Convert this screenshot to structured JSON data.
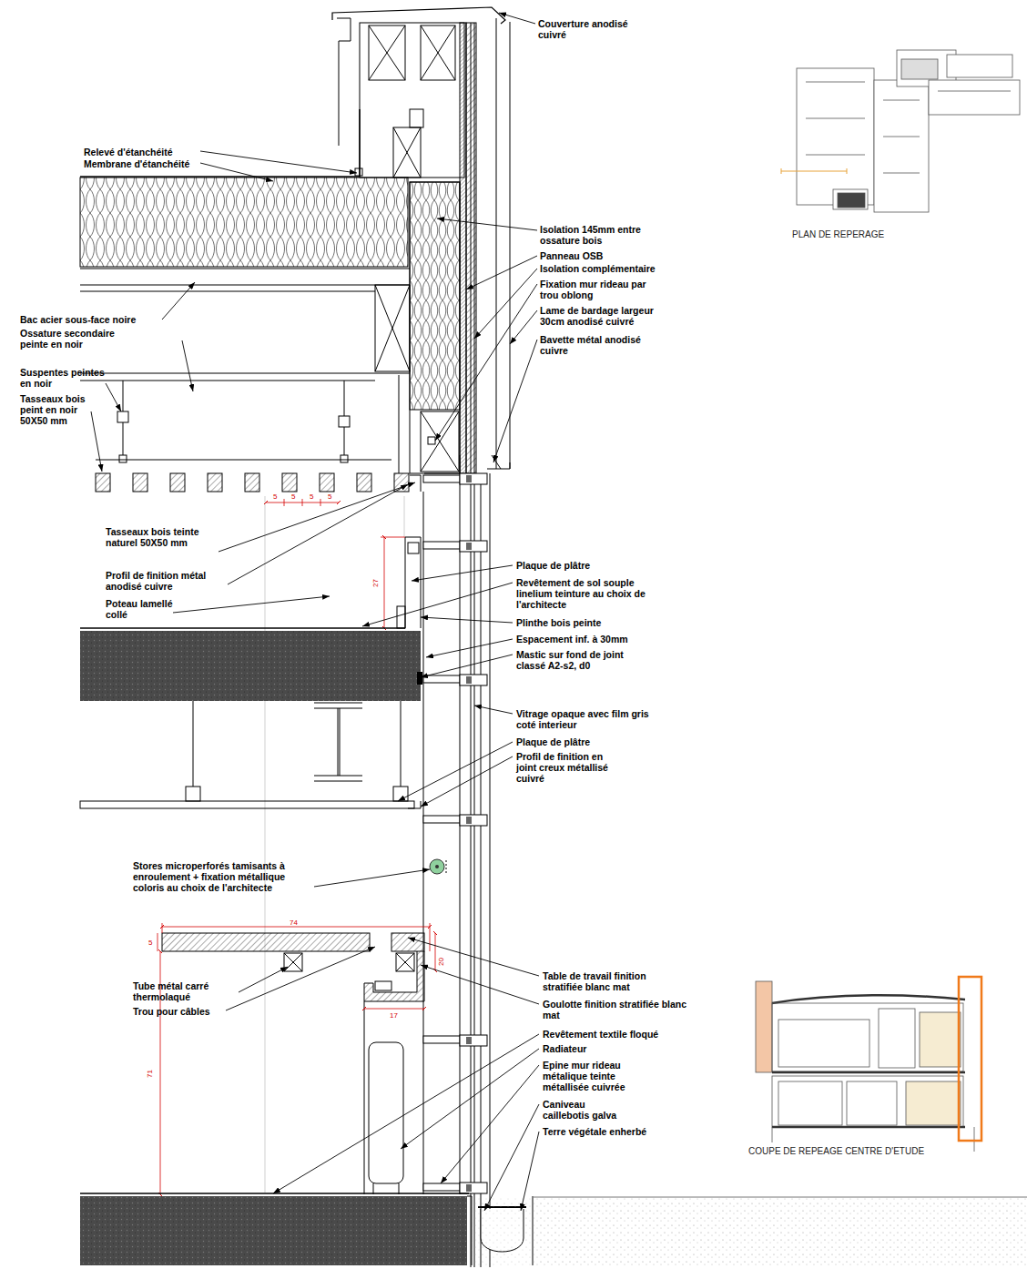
{
  "diagram": {
    "labels": [
      "Couverture anodisé cuivré",
      "Relevé d'étanchéité",
      "Membrane d'étanchéité",
      "Isolation 145mm entre ossature bois",
      "Panneau OSB",
      "Isolation complémentaire",
      "Fixation mur rideau par trou oblong",
      "Lame de bardage largeur 30cm anodisé cuivré",
      "Bavette métal anodisé cuivre",
      "Bac acier sous-face noire",
      "Ossature secondaire peinte en noir",
      "Suspentes peintes en noir",
      "Tasseaux bois peint en noir 50X50 mm",
      "5",
      "5",
      "5",
      "5",
      "Tasseaux bois teinte naturel 50X50 mm",
      "Profil de finition métal anodisé cuivre",
      "Poteau lamellé collé",
      "27",
      "Plaque de plâtre",
      "Revêtement de sol souple linelium teinture au choix de l'architecte",
      "Plinthe bois peinte",
      "Espacement inf. à 30mm",
      "Mastic sur fond de joint classé A2-s2, d0",
      "Vitrage opaque avec film gris coté interieur",
      "Plaque de plâtre",
      "Profil de finition en joint creux métallisé cuivré",
      "Stores microperforés tamisants à enroulement + fixation métallique coloris au choix de l'architecte",
      "74",
      "5",
      "20",
      "17",
      "71",
      "Table de travail finition stratifiée blanc mat",
      "Tube métal carré thermolaqué",
      "Trou pour câbles",
      "Goulotte finition stratifiée blanc mat",
      "Revêtement textile floqué",
      "Radiateur",
      "Epine mur rideau métalique teinte métallisée cuivrée",
      "Caniveau caillebotis galva",
      "Terre végétale enherbé",
      "PLAN DE REPERAGE",
      "COUPE DE REPEAGE CENTRE D'ETUDE"
    ]
  }
}
